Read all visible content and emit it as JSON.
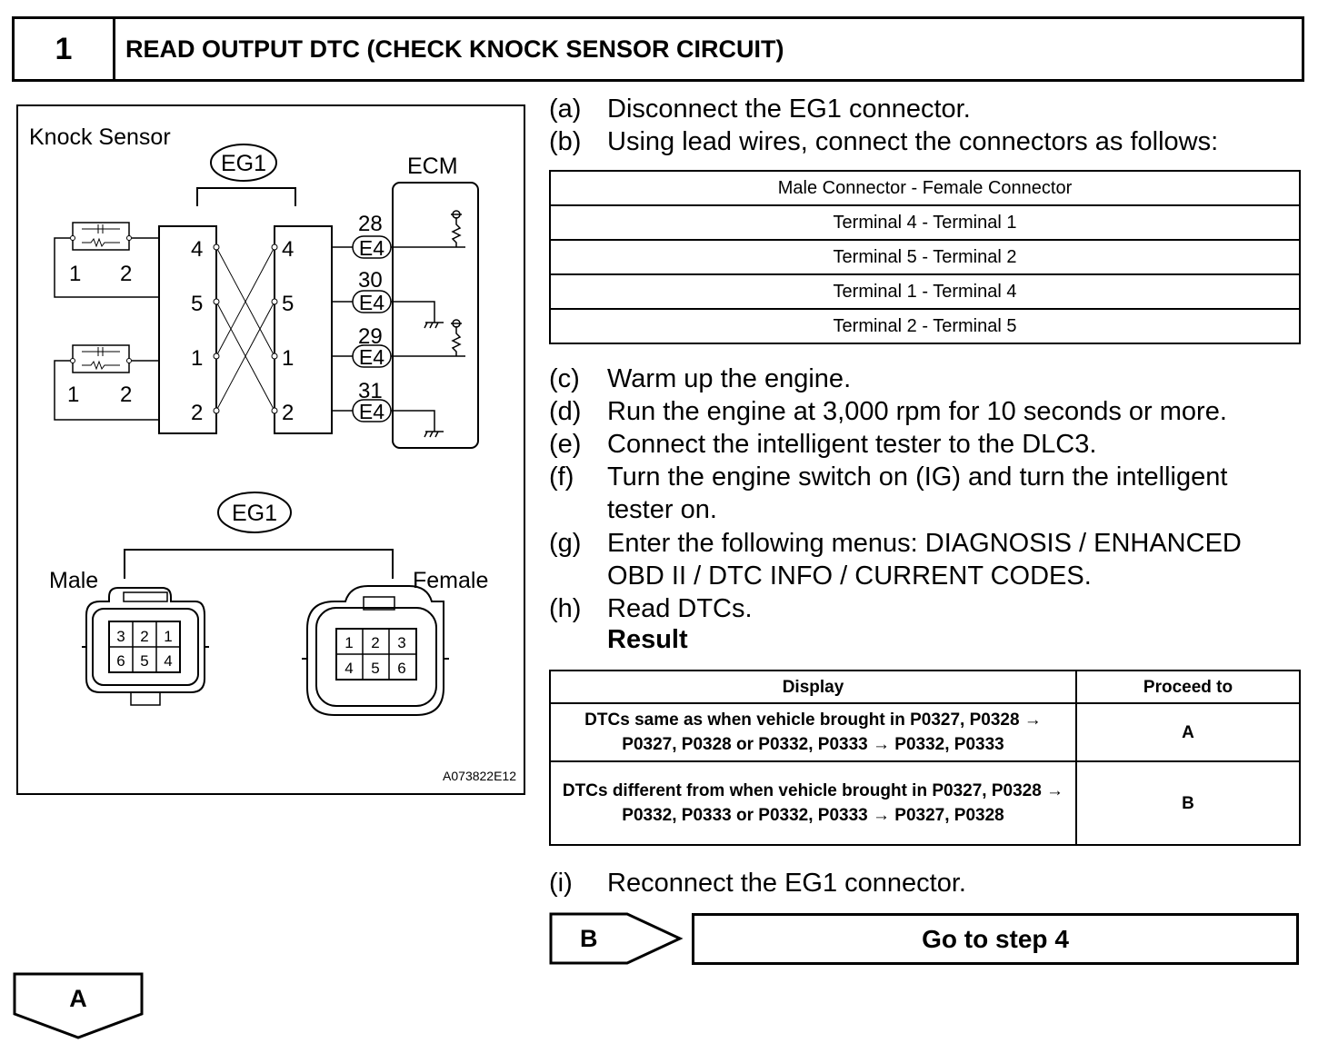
{
  "header": {
    "step_number": "1",
    "title": "READ OUTPUT DTC (CHECK KNOCK SENSOR CIRCUIT)"
  },
  "diagram": {
    "knock_sensor_label": "Knock Sensor",
    "connector_name": "EG1",
    "ecm_label": "ECM",
    "sensor_pins": [
      "1",
      "2"
    ],
    "connector_pins_left": [
      "4",
      "5",
      "1",
      "2"
    ],
    "connector_pins_right": [
      "4",
      "5",
      "1",
      "2"
    ],
    "ecm_pins": [
      {
        "number": "28",
        "connector": "E4"
      },
      {
        "number": "30",
        "connector": "E4"
      },
      {
        "number": "29",
        "connector": "E4"
      },
      {
        "number": "31",
        "connector": "E4"
      }
    ],
    "bottom_connector_name": "EG1",
    "male_label": "Male",
    "female_label": "Female",
    "male_pins": [
      "3",
      "2",
      "1",
      "6",
      "5",
      "4"
    ],
    "female_pins": [
      "1",
      "2",
      "3",
      "4",
      "5",
      "6"
    ],
    "figure_code": "A073822E12"
  },
  "steps_top": [
    {
      "label": "(a)",
      "text": "Disconnect the EG1 connector."
    },
    {
      "label": "(b)",
      "text": "Using lead wires, connect the connectors as follows:"
    }
  ],
  "connection_table": {
    "header": "Male Connector - Female Connector",
    "rows": [
      "Terminal 4 - Terminal 1",
      "Terminal 5 - Terminal 2",
      "Terminal 1 - Terminal 4",
      "Terminal 2 - Terminal 5"
    ]
  },
  "steps_mid": [
    {
      "label": "(c)",
      "text": "Warm up the engine."
    },
    {
      "label": "(d)",
      "text": "Run the engine at 3,000 rpm for 10 seconds or more."
    },
    {
      "label": "(e)",
      "text": "Connect the intelligent tester to the DLC3."
    },
    {
      "label": "(f)",
      "text": "Turn the engine switch on (IG) and turn the intelligent tester on."
    },
    {
      "label": "(g)",
      "text": "Enter the following menus: DIAGNOSIS / ENHANCED OBD II / DTC INFO / CURRENT CODES."
    },
    {
      "label": "(h)",
      "text": "Read DTCs."
    }
  ],
  "result_label": "Result",
  "result_table": {
    "headers": [
      "Display",
      "Proceed to"
    ],
    "rows": [
      {
        "display": "DTCs same as when vehicle brought in P0327, P0328 → P0327, P0328 or P0332, P0333 → P0332, P0333",
        "proceed": "A"
      },
      {
        "display": "DTCs different from when vehicle brought in P0327, P0328 → P0332, P0333 or P0332, P0333 → P0327, P0328",
        "proceed": "B"
      }
    ]
  },
  "step_i": {
    "label": "(i)",
    "text": "Reconnect the EG1 connector."
  },
  "goto": {
    "branch": "B",
    "text": "Go to step 4"
  },
  "branch_a": "A"
}
